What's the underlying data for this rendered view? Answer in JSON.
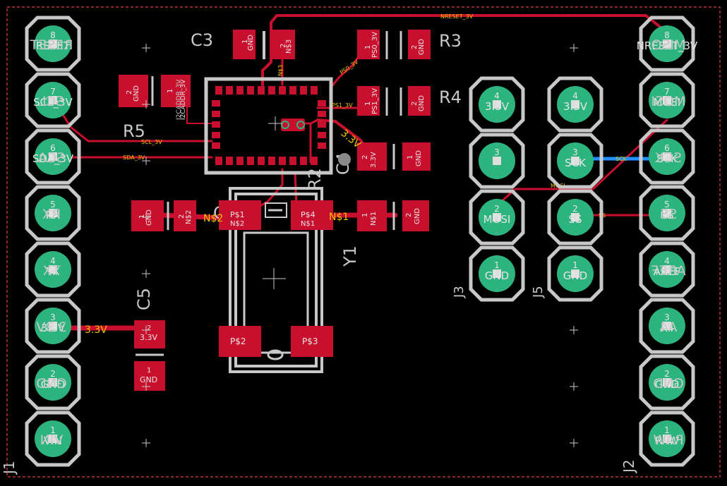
{
  "colors": {
    "background": "#000000",
    "board_outline": "#c8102e",
    "silk": "#c8c8c8",
    "trace_top": "#c8102e",
    "trace_bottom": "#1e90ff",
    "pad": "#c8102e",
    "via_ring": "#2db37e",
    "pad_label": "#e6e6e6",
    "net_label": "#f2c200",
    "part_label": "#c8c8c8"
  },
  "header_left": {
    "name": "J1",
    "pins": [
      {
        "num": "8",
        "net": "RESET",
        "mirror": "RESET"
      },
      {
        "num": "7",
        "net": "SCL_3V",
        "mirror": "SCL"
      },
      {
        "num": "6",
        "net": "SDA_3V",
        "mirror": "SCA"
      },
      {
        "num": "5",
        "net": "RX",
        "mirror": "RX"
      },
      {
        "num": "4",
        "net": "TX",
        "mirror": "TX"
      },
      {
        "num": "3",
        "net": "3.3V",
        "mirror": "3.3V"
      },
      {
        "num": "2",
        "net": "GND",
        "mirror": "GND"
      },
      {
        "num": "1",
        "net": "VIN",
        "mirror": "VIN"
      }
    ]
  },
  "header_right": {
    "name": "J2",
    "pins": [
      {
        "num": "8",
        "net": "NRESET_3V",
        "mirror": "MISO"
      },
      {
        "num": "7",
        "net": "MOSI",
        "mirror": "MOSI"
      },
      {
        "num": "6",
        "net": "SCK",
        "mirror": "SCK"
      },
      {
        "num": "5",
        "net": "SS",
        "mirror": "SS"
      },
      {
        "num": "4",
        "net": "AREF",
        "mirror": "AREF"
      },
      {
        "num": "3",
        "net": "A4",
        "mirror": "A4"
      },
      {
        "num": "2",
        "net": "GND",
        "mirror": "GND"
      },
      {
        "num": "1",
        "net": "RAW",
        "mirror": "RAW"
      }
    ]
  },
  "header_j3": {
    "name": "J3",
    "pins": [
      {
        "num": "4",
        "net": "3.3V"
      },
      {
        "num": "3",
        "net": ""
      },
      {
        "num": "2",
        "net": "MOSI"
      },
      {
        "num": "1",
        "net": "GND"
      }
    ]
  },
  "header_j5": {
    "name": "J5",
    "pins": [
      {
        "num": "4",
        "net": "3.3V"
      },
      {
        "num": "3",
        "net": "SCK"
      },
      {
        "num": "2",
        "net": "SS"
      },
      {
        "num": "1",
        "net": "GND"
      }
    ]
  },
  "parts": {
    "c3": "C3",
    "r3": "R3",
    "r4": "R4",
    "r5": "R5",
    "c4": "C4",
    "c5": "C5",
    "y1": "Y1",
    "r2": "R2",
    "c2": "C2"
  },
  "pads": {
    "c3_1": "1",
    "c3_1_net": "GND",
    "c3_2": "2",
    "c3_2_net": "N$3",
    "r3_1": "1",
    "r3_1_net": "PS0_3V",
    "r3_2": "2",
    "r3_2_net": "GND",
    "r4_1": "1",
    "r4_1_net": "PS1_3V",
    "r4_2": "2",
    "r4_2_net": "GND",
    "r5_1": "1",
    "r5_1_net": "I2CADDR_3V",
    "r5_2": "2",
    "r5_2_net": "GND",
    "c4_1": "1",
    "c4_1_net": "GND",
    "c4_2": "2",
    "c4_2_net": "3.3V",
    "c5_1": "1",
    "c5_1_net": "GND",
    "c5_2": "2",
    "c5_2_net": "3.3V",
    "r2_1": "1",
    "r2_1_net": "GND",
    "r2_2": "2",
    "r2_2_net": "N$2",
    "c2_1": "1",
    "c2_1_net": "N$1",
    "c2_2": "2",
    "c2_2_net": "GND",
    "y1_p1": "P$1",
    "y1_p1_net": "N$2",
    "y1_p4": "P$4",
    "y1_p4_net": "N$1",
    "y1_p2": "P$2",
    "y1_p3": "P$3"
  },
  "nets": {
    "nreset": "NRESET_3V",
    "scl": "SCL_3V",
    "sda": "SDA_3V",
    "ps0": "PS0_3V",
    "ps1": "PS1_3V",
    "mosi": "MOSI",
    "sck": "SCK",
    "ss": "SS",
    "n1": "N$1",
    "n2": "N$2",
    "n3": "N$3",
    "v33": "3.3V",
    "v33_c5": "3.3V",
    "i2caddr": "I2CADDR_3V"
  }
}
